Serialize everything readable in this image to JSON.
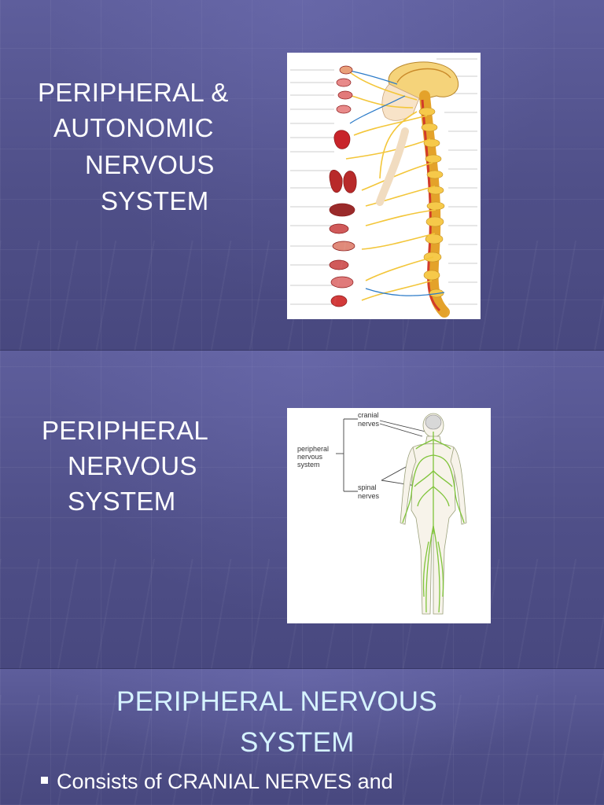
{
  "slides": [
    {
      "title_lines": [
        "PERIPHERAL &",
        "AUTONOMIC",
        "NERVOUS",
        "SYSTEM"
      ]
    },
    {
      "title_lines": [
        "PERIPHERAL",
        "NERVOUS",
        "SYSTEM"
      ],
      "figure_labels": {
        "cranial": [
          "cranial",
          "nerves"
        ],
        "peripheral": [
          "peripheral",
          "nervous",
          "system"
        ],
        "spinal": [
          "spinal",
          "nerves"
        ]
      }
    },
    {
      "title_lines": [
        "PERIPHERAL NERVOUS",
        "SYSTEM"
      ],
      "bullet": "Consists of CRANIAL NERVES and"
    }
  ],
  "colors": {
    "background": "#54548e",
    "title_text": "#ffffff",
    "heading_pale": "#d6f3ff",
    "nerve_yellow": "#f3c63a",
    "nerve_green": "#7fc43a"
  }
}
